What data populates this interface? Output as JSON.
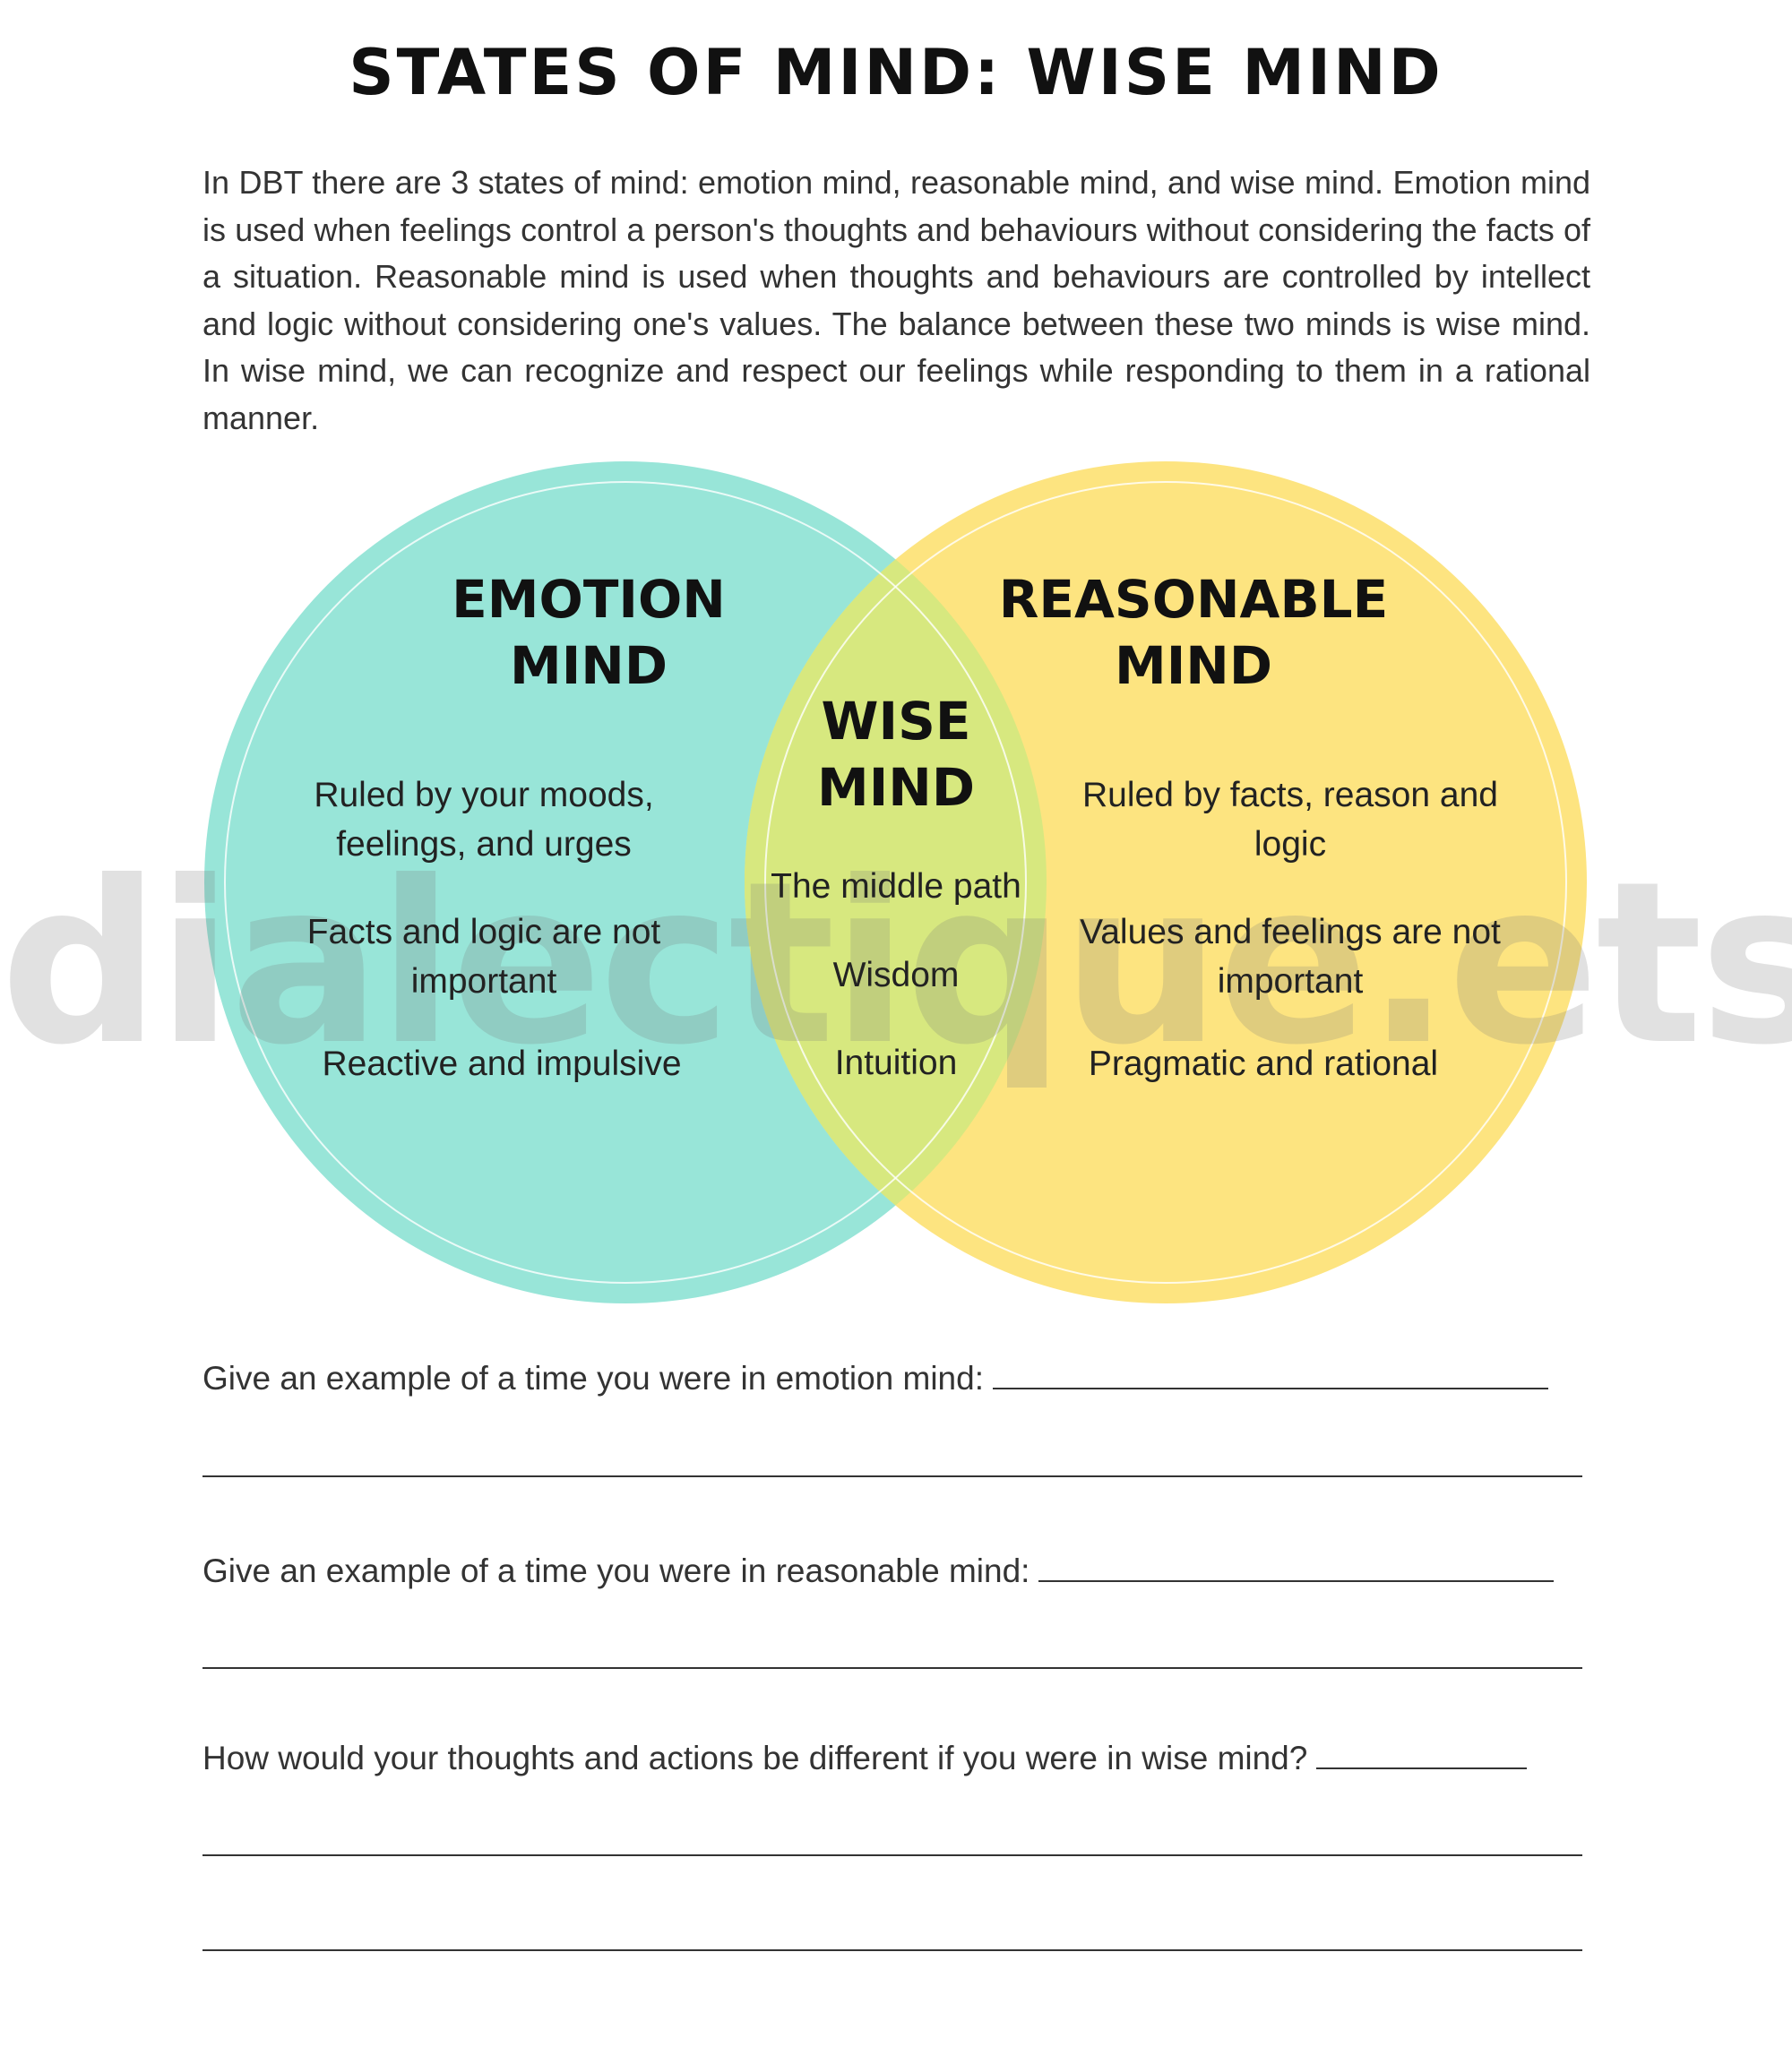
{
  "title": "STATES OF MIND: WISE MIND",
  "intro": "In DBT there are 3 states of mind: emotion mind, reasonable mind, and wise mind. Emotion mind is used when feelings control a person's thoughts and behaviours without considering the facts of a situation. Reasonable mind is used when thoughts and behaviours are controlled by intellect and logic without considering one's values.  The balance between these two minds is wise mind. In wise mind, we can recognize and respect our feelings while responding to them in a rational manner.",
  "colors": {
    "emotion": "#98E5D8",
    "reasonable": "#FDE480",
    "overlap": "#D7E87F"
  },
  "venn": {
    "emotion": {
      "heading": [
        "EMOTION",
        "MIND"
      ],
      "items": [
        "Ruled by your moods, feelings, and urges",
        "Facts and logic are not important",
        "Reactive and impulsive"
      ]
    },
    "wise": {
      "heading": [
        "WISE",
        "MIND"
      ],
      "items": [
        "The middle path",
        "Wisdom",
        "Intuition"
      ]
    },
    "reasonable": {
      "heading": [
        "REASONABLE",
        "MIND"
      ],
      "items": [
        "Ruled by facts, reason and logic",
        "Values and feelings are not important",
        "Pragmatic and rational"
      ]
    }
  },
  "watermark": "dialectique.etsy",
  "questions": [
    "Give an example of a time you were in emotion mind:",
    "Give an example of a time you were in reasonable mind:",
    "How would your thoughts and actions be different if you were in wise mind?"
  ]
}
